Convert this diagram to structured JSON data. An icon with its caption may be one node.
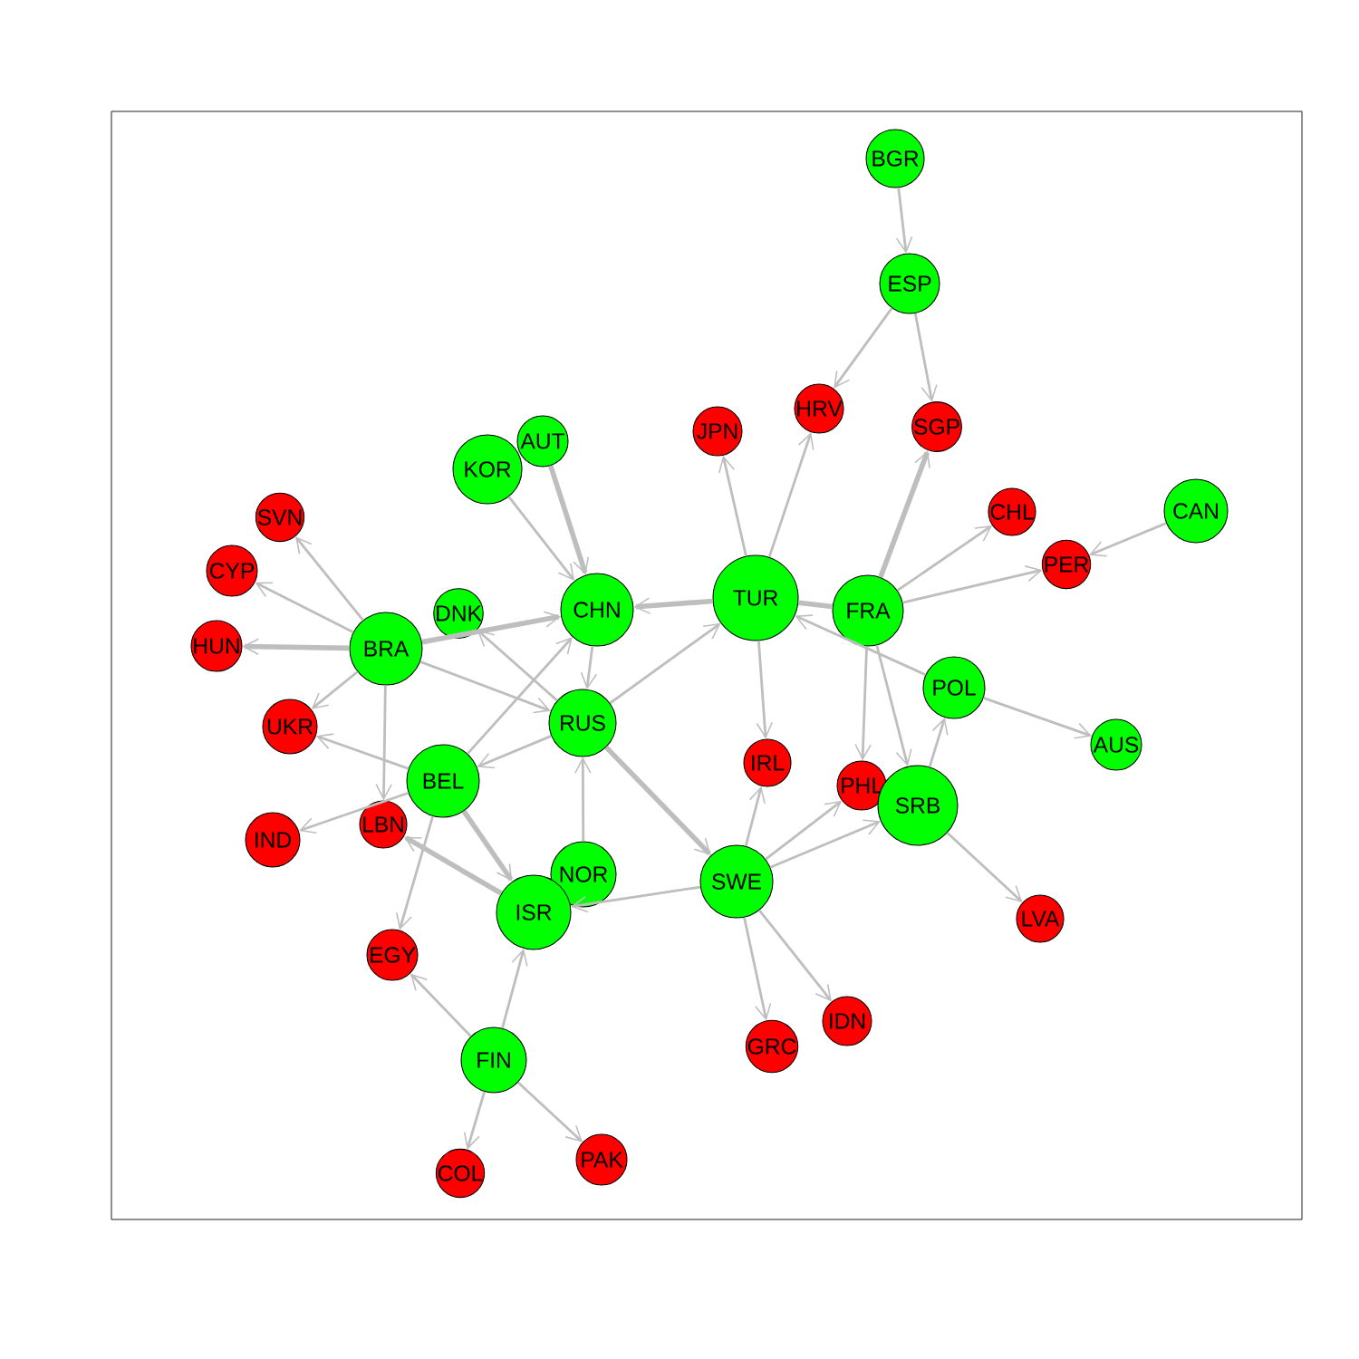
{
  "diagram": {
    "nodes": [
      {
        "text": [
          "BGR"
        ]
      },
      {
        "text": [
          "ESP"
        ]
      },
      {
        "text": [
          "HRV"
        ]
      },
      {
        "text": [
          "SGP"
        ]
      },
      {
        "text": [
          "JPN"
        ]
      },
      {
        "text": [
          "AUT"
        ]
      },
      {
        "text": [
          "KOR"
        ]
      },
      {
        "text": [
          "SVN"
        ]
      },
      {
        "text": [
          "CHL"
        ]
      },
      {
        "text": [
          "CAN"
        ]
      },
      {
        "text": [
          "CYP"
        ]
      },
      {
        "text": [
          "PER"
        ]
      },
      {
        "text": [
          "TUR"
        ]
      },
      {
        "text": [
          "CHN"
        ]
      },
      {
        "text": [
          "DNK"
        ]
      },
      {
        "text": [
          "FRA"
        ]
      },
      {
        "text": [
          "HUN"
        ]
      },
      {
        "text": [
          "BRA"
        ]
      },
      {
        "text": [
          "POL"
        ]
      },
      {
        "text": [
          "RUS"
        ]
      },
      {
        "text": [
          "UKR"
        ]
      },
      {
        "text": [
          "AUS"
        ]
      },
      {
        "text": [
          "IRL"
        ]
      },
      {
        "text": [
          "BEL"
        ]
      },
      {
        "text": [
          "PHL"
        ]
      },
      {
        "text": [
          "SRB"
        ]
      },
      {
        "text": [
          "IND"
        ]
      },
      {
        "text": [
          "LBN"
        ]
      },
      {
        "text": [
          "NOR"
        ]
      },
      {
        "text": [
          "SWE"
        ]
      },
      {
        "text": [
          "ISR"
        ]
      },
      {
        "text": [
          "LVA"
        ]
      },
      {
        "text": [
          "EGY"
        ]
      },
      {
        "text": [
          "IDN"
        ]
      },
      {
        "text": [
          "GRC"
        ]
      },
      {
        "text": [
          "FIN"
        ]
      },
      {
        "text": [
          "PAK"
        ]
      },
      {
        "text": [
          "COL"
        ]
      }
    ],
    "edges": [
      {
        "from": 0,
        "to": 1,
        "arrow": "to"
      },
      {
        "from": 1,
        "to": 2,
        "arrow": "to"
      },
      {
        "from": 1,
        "to": 3,
        "arrow": "to"
      },
      {
        "from": 12,
        "to": 4,
        "arrow": "to"
      },
      {
        "from": 12,
        "to": 2,
        "arrow": "to"
      },
      {
        "from": 15,
        "to": 3,
        "arrow": "to",
        "style": "thick"
      },
      {
        "from": 15,
        "to": 8,
        "arrow": "to"
      },
      {
        "from": 15,
        "to": 11,
        "arrow": "to"
      },
      {
        "from": 9,
        "to": 11,
        "arrow": "to"
      },
      {
        "from": 6,
        "to": 13,
        "arrow": "to"
      },
      {
        "from": 5,
        "to": 13,
        "arrow": "to",
        "style": "thick"
      },
      {
        "from": 17,
        "to": 7,
        "arrow": "to"
      },
      {
        "from": 17,
        "to": 10,
        "arrow": "to"
      },
      {
        "from": 17,
        "to": 16,
        "arrow": "to",
        "style": "thick"
      },
      {
        "from": 17,
        "to": 13,
        "arrow": "to",
        "style": "thick"
      },
      {
        "from": 17,
        "to": 20,
        "arrow": "to"
      },
      {
        "from": 17,
        "to": 19,
        "arrow": "to"
      },
      {
        "from": 17,
        "to": 27,
        "arrow": "to"
      },
      {
        "from": 12,
        "to": 13,
        "arrow": "to",
        "style": "thick"
      },
      {
        "from": 15,
        "to": 12,
        "arrow": "none",
        "style": "thick"
      },
      {
        "from": 13,
        "to": 19,
        "arrow": "to"
      },
      {
        "from": 19,
        "to": 12,
        "arrow": "to"
      },
      {
        "from": 19,
        "to": 14,
        "arrow": "to"
      },
      {
        "from": 19,
        "to": 23,
        "arrow": "to"
      },
      {
        "from": 23,
        "to": 13,
        "arrow": "to"
      },
      {
        "from": 23,
        "to": 20,
        "arrow": "to"
      },
      {
        "from": 23,
        "to": 26,
        "arrow": "to"
      },
      {
        "from": 23,
        "to": 30,
        "arrow": "to",
        "style": "thick"
      },
      {
        "from": 23,
        "to": 32,
        "arrow": "to"
      },
      {
        "from": 30,
        "to": 27,
        "arrow": "to",
        "style": "thick"
      },
      {
        "from": 28,
        "to": 19,
        "arrow": "to"
      },
      {
        "from": 19,
        "to": 29,
        "arrow": "to",
        "style": "thick"
      },
      {
        "from": 29,
        "to": 30,
        "arrow": "to"
      },
      {
        "from": 35,
        "to": 30,
        "arrow": "to"
      },
      {
        "from": 35,
        "to": 32,
        "arrow": "to"
      },
      {
        "from": 35,
        "to": 37,
        "arrow": "to"
      },
      {
        "from": 35,
        "to": 36,
        "arrow": "to"
      },
      {
        "from": 29,
        "to": 22,
        "arrow": "to"
      },
      {
        "from": 29,
        "to": 24,
        "arrow": "to"
      },
      {
        "from": 29,
        "to": 25,
        "arrow": "to"
      },
      {
        "from": 29,
        "to": 34,
        "arrow": "to"
      },
      {
        "from": 29,
        "to": 33,
        "arrow": "to"
      },
      {
        "from": 12,
        "to": 22,
        "arrow": "to"
      },
      {
        "from": 15,
        "to": 24,
        "arrow": "to"
      },
      {
        "from": 15,
        "to": 25,
        "arrow": "to"
      },
      {
        "from": 25,
        "to": 18,
        "arrow": "to"
      },
      {
        "from": 18,
        "to": 12,
        "arrow": "to"
      },
      {
        "from": 18,
        "to": 21,
        "arrow": "to"
      },
      {
        "from": 25,
        "to": 31,
        "arrow": "to"
      }
    ]
  }
}
